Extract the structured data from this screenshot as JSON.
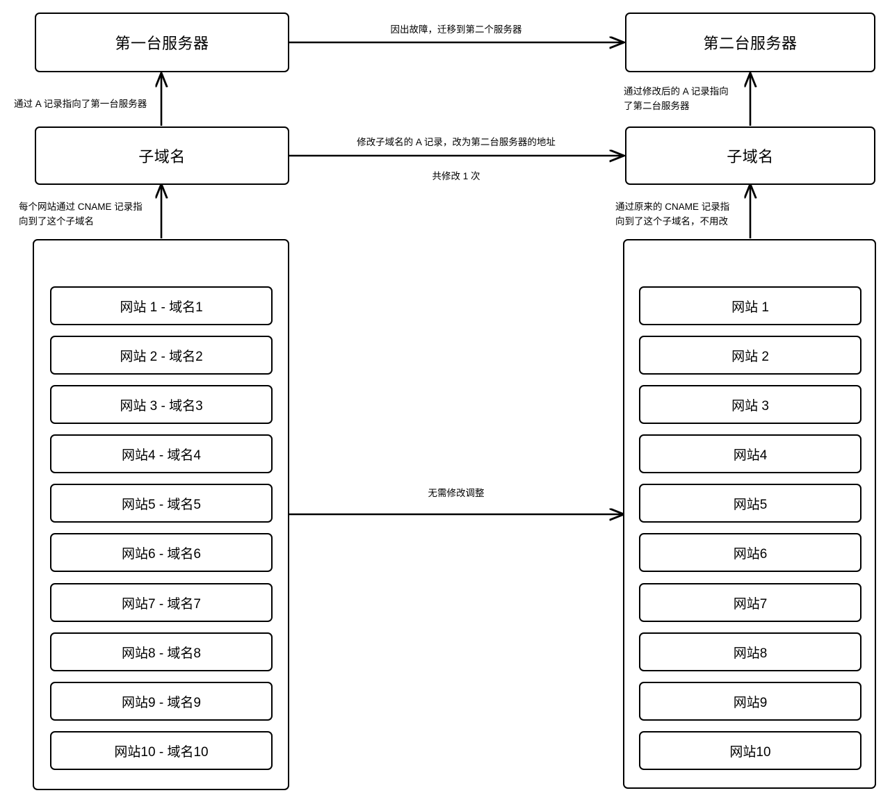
{
  "diagram": {
    "title_left_server": "第一台服务器",
    "title_right_server": "第二台服务器",
    "left_subdomain": "子域名",
    "right_subdomain": "子域名",
    "labels": {
      "server_migration": "因出故障，迁移到第二个服务器",
      "left_a_record": "通过 A 记录指向了第一台服务器",
      "right_a_record": "通过修改后的 A 记录指向\n了第二台服务器",
      "modify_a_record": "修改子域名的 A 记录，改为第二台服务器的地址",
      "modify_count": "共修改 1 次",
      "left_cname": "每个网站通过 CNAME 记录指\n向到了这个子域名",
      "right_cname": "通过原来的 CNAME 记录指\n向到了这个子域名，不用改",
      "no_change": "无需修改调整"
    },
    "left_sites": [
      "网站 1 - 域名1",
      "网站 2 - 域名2",
      "网站 3 - 域名3",
      "网站4 - 域名4",
      "网站5 - 域名5",
      "网站6 - 域名6",
      "网站7 - 域名7",
      "网站8 - 域名8",
      "网站9 - 域名9",
      "网站10 - 域名10"
    ],
    "right_sites": [
      "网站 1",
      "网站 2",
      "网站 3",
      "网站4",
      "网站5",
      "网站6",
      "网站7",
      "网站8",
      "网站9",
      "网站10"
    ],
    "colors": {
      "stroke": "#000000",
      "fill": "#ffffff",
      "text": "#000000"
    }
  }
}
